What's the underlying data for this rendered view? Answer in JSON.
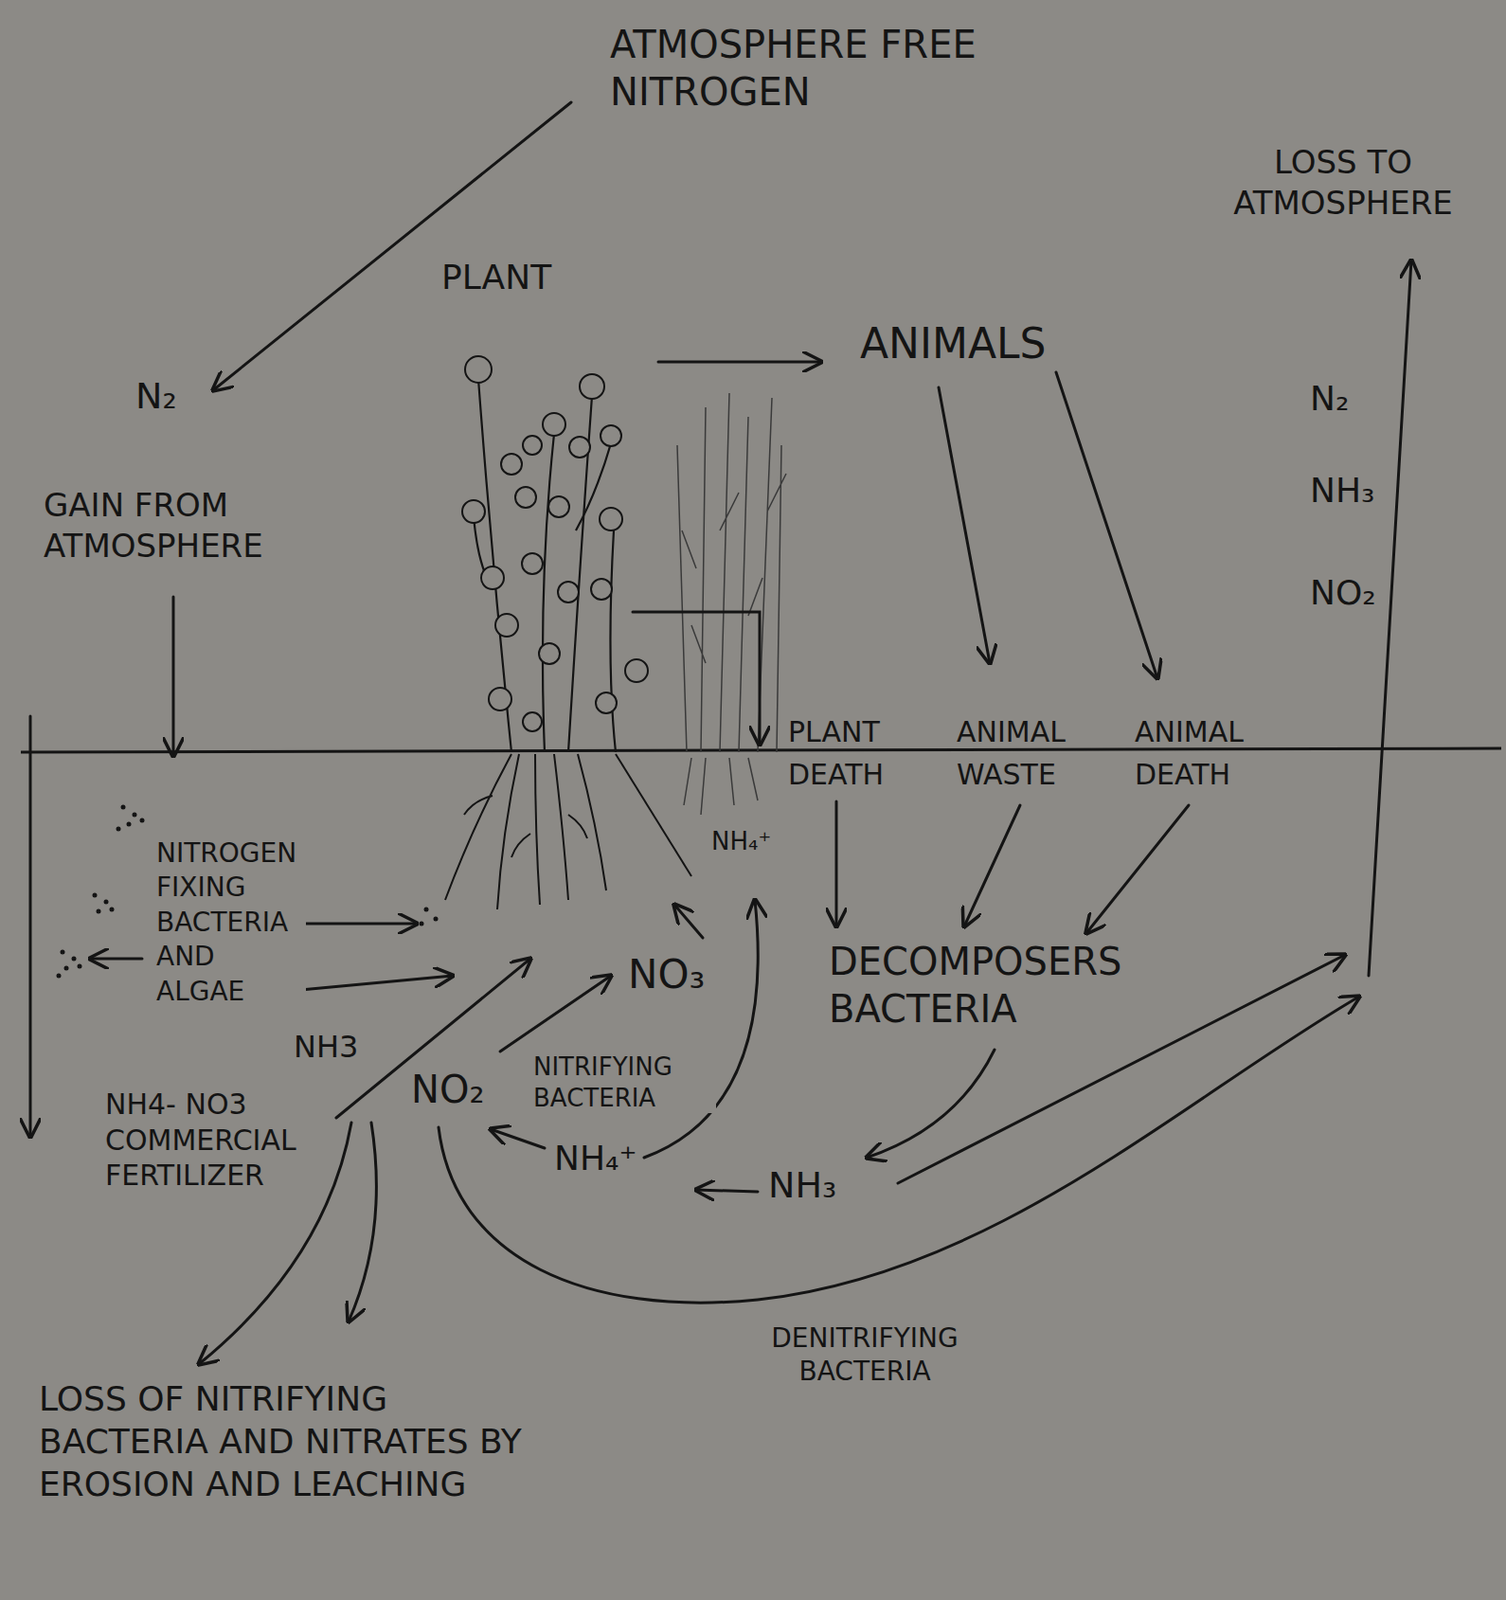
{
  "diagram": {
    "labels": [
      "ATMOSPHERE FREE NITROGEN",
      "LOSS TO ATMOSPHERE",
      "PLANT",
      "ANIMALS",
      "N₂",
      "GAIN FROM ATMOSPHERE",
      "N₂",
      "NH₃",
      "NO₂",
      "PLANT DEATH",
      "ANIMAL WASTE",
      "ANIMAL DEATH",
      "NH₄⁺",
      "NITROGEN FIXING BACTERIA AND ALGAE",
      "NO₃",
      "NH3",
      "NITRIFYING BACTERIA",
      "DECOMPOSERS BACTERIA",
      "NH4- NO3 COMMERCIAL FERTILIZER",
      "NO₂",
      "NH₄⁺",
      "NH₃",
      "DENITRIFYING BACTERIA",
      "LOSS OF NITRIFYING BACTERIA AND NITRATES BY EROSION AND LEACHING"
    ]
  }
}
